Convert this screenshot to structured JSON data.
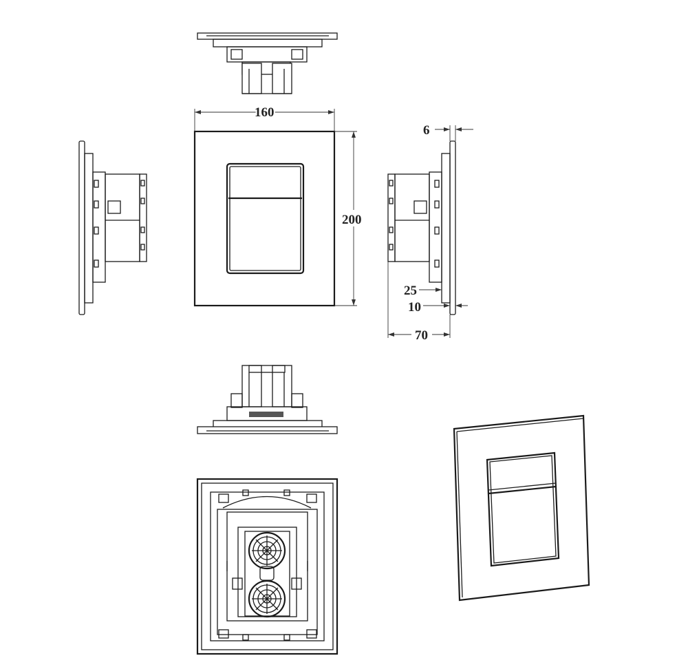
{
  "drawing": {
    "views": [
      "top-view",
      "front-view",
      "left-view",
      "right-view",
      "bottom-view",
      "rear-view",
      "isometric-view"
    ],
    "dimensions": {
      "width": "160",
      "height": "200",
      "plate_thickness": "6",
      "depth_25": "25",
      "depth_10": "10",
      "depth_total": "70"
    },
    "line_color": "#1a1a1a",
    "background": "#ffffff"
  }
}
